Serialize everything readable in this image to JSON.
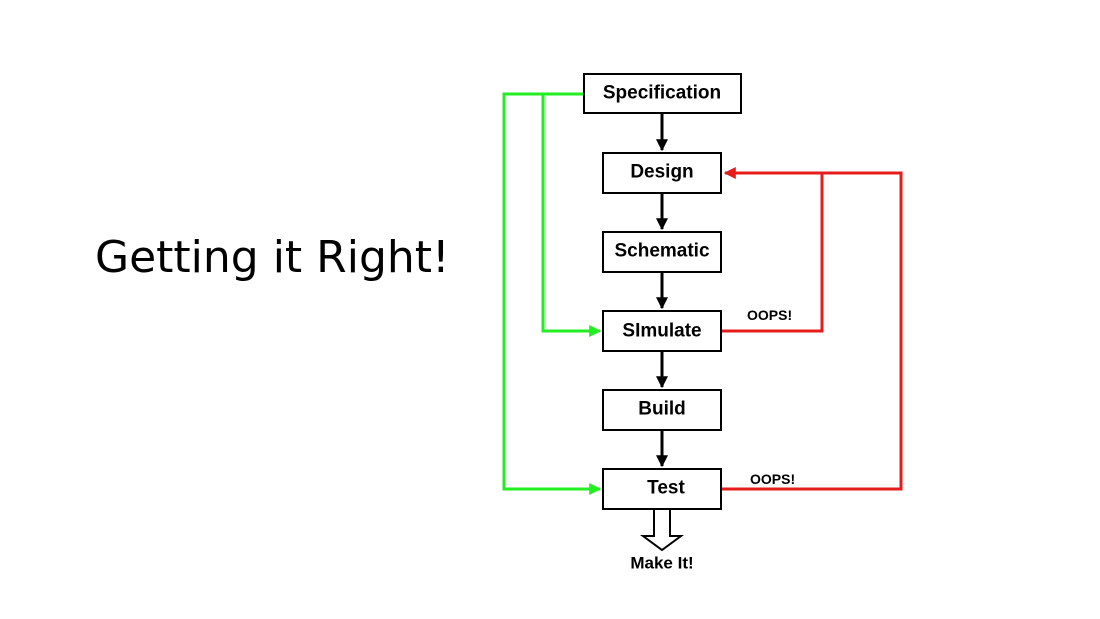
{
  "slide": {
    "title": "Getting it Right!"
  },
  "flow": {
    "steps": [
      "Specification",
      "Design",
      "Schematic",
      "SImulate",
      "Build",
      "Test"
    ],
    "output_label": "Make It!",
    "oops_label_1": "OOPS!",
    "oops_label_2": "OOPS!"
  },
  "colors": {
    "forward": "#000000",
    "skip": "#22ee22",
    "oops": "#e51c1c"
  }
}
